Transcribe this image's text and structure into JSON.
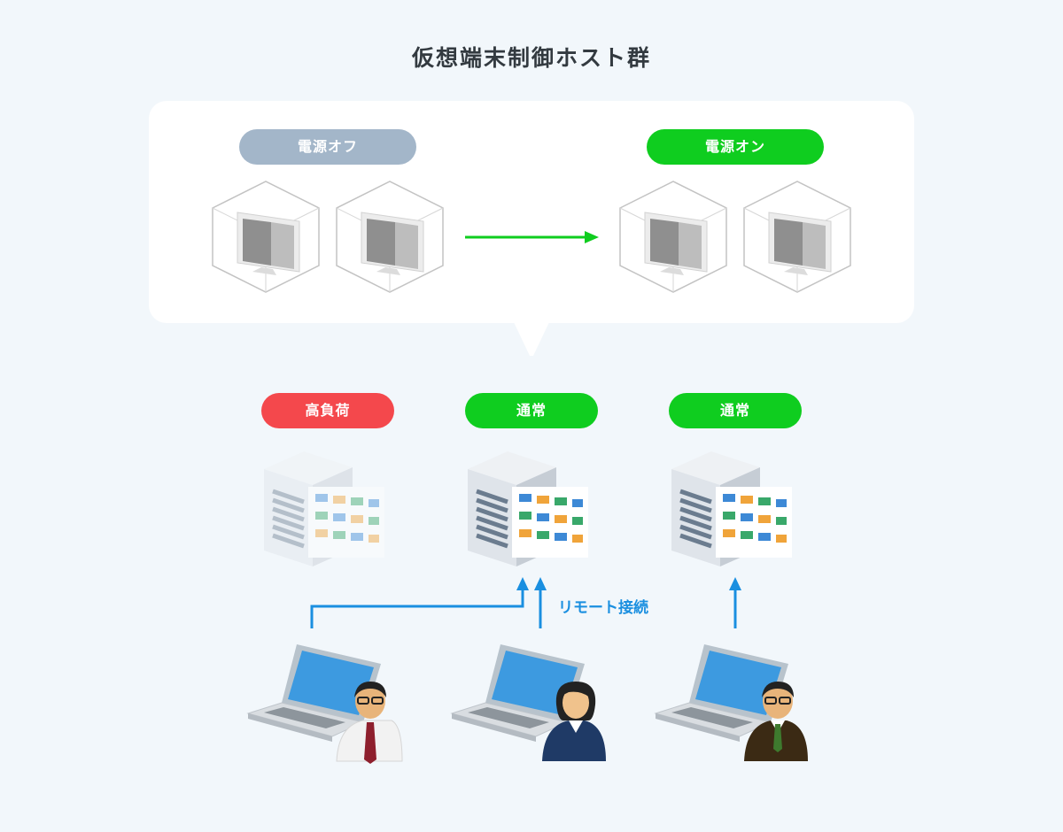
{
  "title": "仮想端末制御ホスト群",
  "vm_states": [
    {
      "label": "電源オフ",
      "color": "#a3b6c9"
    },
    {
      "label": "電源オン",
      "color": "#0fcd1f"
    }
  ],
  "hosts": [
    {
      "label": "高負荷",
      "color": "#f4484c"
    },
    {
      "label": "通常",
      "color": "#0fcd1f"
    },
    {
      "label": "通常",
      "color": "#0fcd1f"
    }
  ],
  "connection_label": "リモート接続",
  "colors": {
    "background": "#f2f7fb",
    "arrow_green": "#0fcd1f",
    "arrow_blue": "#1a8fe0",
    "screen_off": "#8f8f8f",
    "screen_on": "#eea73b"
  },
  "icons": [
    "virtual-machine-icon",
    "server-icon",
    "laptop-icon",
    "user-icon"
  ]
}
